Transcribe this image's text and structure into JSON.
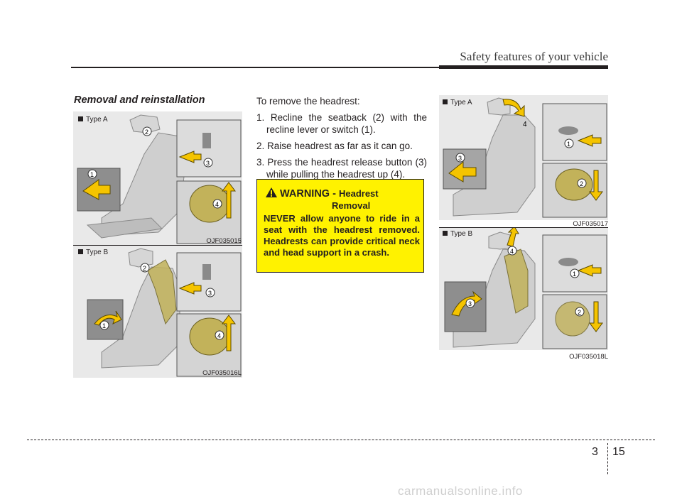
{
  "header": {
    "title": "Safety features of your vehicle"
  },
  "section": {
    "heading": "Removal and reinstallation"
  },
  "figures": [
    {
      "type_label": "Type A",
      "code": "OJF035015"
    },
    {
      "type_label": "Type B",
      "code": "OJF035016L"
    },
    {
      "type_label": "Type A",
      "code": "OJF035017"
    },
    {
      "type_label": "Type B",
      "code": "OJF035018L"
    }
  ],
  "instructions": {
    "intro": "To remove the headrest:",
    "steps": [
      "1. Recline the seatback (2) with the recline lever or switch (1).",
      "2. Raise headrest as far as it can go.",
      "3. Press the headrest release button (3) while pulling the headrest up (4)."
    ]
  },
  "warning": {
    "label": "WARNING -",
    "title_line1": "Headrest",
    "title_line2": "Removal",
    "body": "NEVER allow anyone to ride in a seat with the headrest removed. Headrests can provide critical neck and head support in a crash."
  },
  "footer": {
    "chapter": "3",
    "page": "15",
    "watermark": "carmanualsonline.info"
  },
  "colors": {
    "warning_bg": "#fff200",
    "panel_bg": "#e9e9e9",
    "accent_arrow": "#f5c400",
    "headrest_olive": "#c2b25a"
  }
}
